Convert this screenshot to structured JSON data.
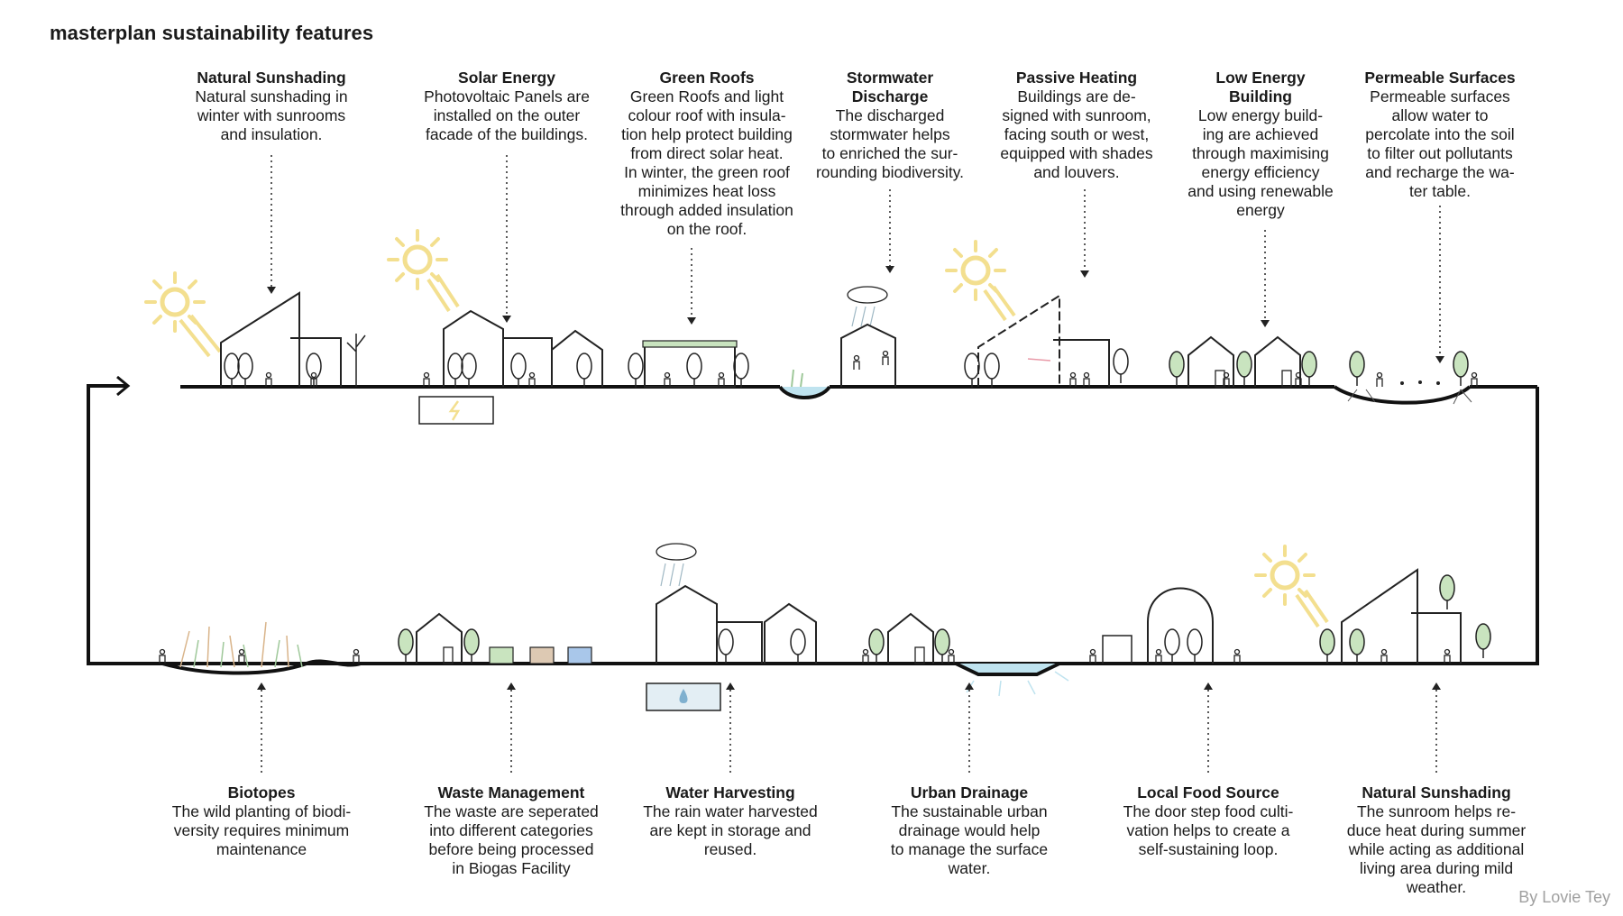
{
  "title": "masterplan sustainability features",
  "credit": "By Lovie Tey",
  "top_features": [
    {
      "title": "Natural Sunshading",
      "desc": "Natural sunshading in\nwinter with sunrooms\nand insulation."
    },
    {
      "title": "Solar Energy",
      "desc": "Photovoltaic Panels are\ninstalled on the outer\nfacade of the buildings."
    },
    {
      "title": "Green Roofs",
      "desc": "Green Roofs and light\ncolour roof with insula-\ntion help protect building\nfrom direct solar heat.\nIn winter, the green roof\nminimizes heat loss\nthrough added insulation\non the roof."
    },
    {
      "title": "Stormwater\nDischarge",
      "desc": "The discharged\nstormwater helps\nto enriched the sur-\nrounding biodiversity."
    },
    {
      "title": "Passive Heating",
      "desc": "Buildings are de-\nsigned with sunroom,\nfacing south or west,\nequipped with shades\nand louvers."
    },
    {
      "title": "Low Energy\nBuilding",
      "desc": "Low energy build-\ning are achieved\nthrough maximising\nenergy efficiency\nand using renewable\nenergy"
    },
    {
      "title": "Permeable Surfaces",
      "desc": "Permeable surfaces\nallow water to\npercolate into the soil\nto filter out pollutants\nand recharge the wa-\nter table."
    }
  ],
  "bottom_features": [
    {
      "title": "Biotopes",
      "desc": "The wild planting of biodi-\nversity requires minimum\nmaintenance"
    },
    {
      "title": "Waste Management",
      "desc": "The waste are seperated\ninto different categories\nbefore being processed\nin Biogas Facility"
    },
    {
      "title": "Water Harvesting",
      "desc": "The rain water harvested\nare kept in storage and\nreused."
    },
    {
      "title": "Urban Drainage",
      "desc": "The sustainable urban\ndrainage would help\nto manage the surface\nwater."
    },
    {
      "title": "Local Food Source",
      "desc": "The door step food culti-\nvation helps to create a\nself-sustaining loop."
    },
    {
      "title": "Natural Sunshading",
      "desc": "The sunroom helps re-\nduce heat during summer\nwhile acting as additional\nliving area during mild\nweather."
    }
  ],
  "colors": {
    "sun": "#f3df8f",
    "tree_green": "#c9e4bf",
    "water": "#bfe3ef",
    "line": "#111111",
    "credit": "#a0a0a0"
  }
}
